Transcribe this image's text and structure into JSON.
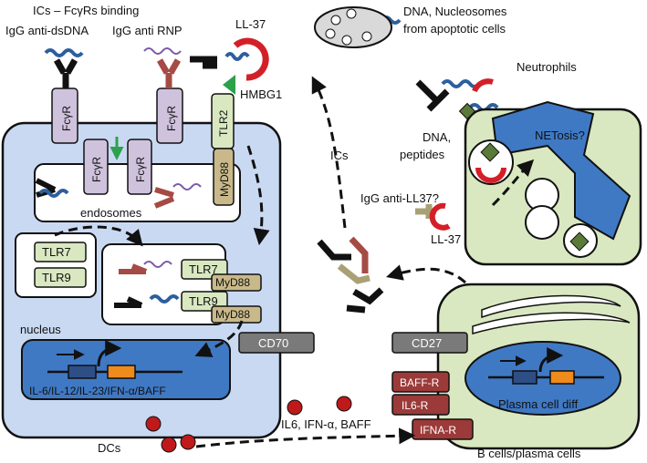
{
  "labels": {
    "binding_title": "ICs – FcγRs binding",
    "igg_anti_dsdna": "IgG anti-dsDNA",
    "igg_anti_rnp": "IgG anti RNP",
    "ll37_top": "LL-37",
    "hmbg1": "HMBG1",
    "dna_nucleosomes_line1": "DNA, Nucleosomes",
    "dna_nucleosomes_line2": "from apoptotic cells",
    "neutrophils": "Neutrophils",
    "dna_peptides_line1": "DNA,",
    "dna_peptides_line2": "peptides",
    "netosis": "NETosis?",
    "ics": "ICs",
    "igg_anti_ll37": "IgG anti-LL37?",
    "ll37_bottom": "LL-37",
    "endosomes": "endosomes",
    "nucleus": "nucleus",
    "dcs": "DCs",
    "cytokines_genes": "IL-6/IL-12/IL-23/IFN-α/BAFF",
    "cytokines_secreted": "IL6, IFN-α, BAFF",
    "b_cells": "B cells/plasma cells",
    "plasma_cell_diff": "Plasma cell diff"
  },
  "receptors": {
    "fcgr": "FcγR",
    "tlr2": "TLR2",
    "myd88": "MyD88",
    "tlr7": "TLR7",
    "tlr9": "TLR9",
    "cd70": "CD70",
    "cd27": "CD27",
    "baff_r": "BAFF-R",
    "il6_r": "IL6-R",
    "ifna_r": "IFNA-R"
  },
  "colors": {
    "dc_cell": "#c9d9f2",
    "b_cell": "#d9e8c0",
    "nucleus": "#3f79c4",
    "fcgr": "#cfc2dd",
    "tlr": "#d9e8c0",
    "myd88": "#c9b98a",
    "gray_box": "#7a7a7a",
    "cytokine_receptor": "#9b3a38",
    "cytokine": "#c0191b",
    "ll37": "#d32028",
    "hmbg1": "#2ba14b",
    "antibody_black": "#111111",
    "antibody_red": "#a54a44",
    "antibody_tan": "#a9a075",
    "dna": "#2d5f9e"
  }
}
